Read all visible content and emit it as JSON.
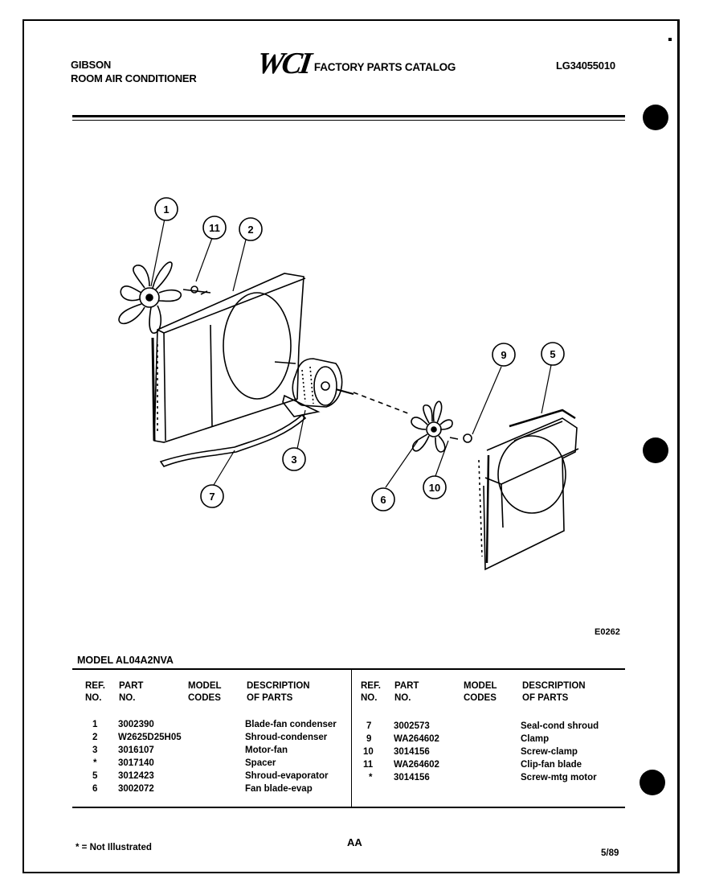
{
  "header": {
    "brand_line1": "GIBSON",
    "brand_line2": "ROOM AIR CONDITIONER",
    "logo_text": "WCI",
    "catalog_title": "FACTORY PARTS CATALOG",
    "catalog_number": "LG34055010"
  },
  "diagram": {
    "callouts": [
      "1",
      "11",
      "2",
      "3",
      "7",
      "9",
      "5",
      "6",
      "10"
    ],
    "drawing_number": "E0262"
  },
  "table": {
    "model_line": "MODEL AL04A2NVA",
    "headers": {
      "ref": "REF.\nNO.",
      "part": "PART\nNO.",
      "model_codes": "MODEL\nCODES",
      "description": "DESCRIPTION\nOF PARTS"
    },
    "left_rows": [
      {
        "ref": "1",
        "part": "3002390",
        "codes": "",
        "desc": "Blade-fan condenser"
      },
      {
        "ref": "2",
        "part": "W2625D25H05",
        "codes": "",
        "desc": "Shroud-condenser"
      },
      {
        "ref": "3",
        "part": "3016107",
        "codes": "",
        "desc": "Motor-fan"
      },
      {
        "ref": "*",
        "part": "3017140",
        "codes": "",
        "desc": "Spacer"
      },
      {
        "ref": "5",
        "part": "3012423",
        "codes": "",
        "desc": "Shroud-evaporator"
      },
      {
        "ref": "6",
        "part": "3002072",
        "codes": "",
        "desc": "Fan blade-evap"
      }
    ],
    "right_rows": [
      {
        "ref": "7",
        "part": "3002573",
        "codes": "",
        "desc": "Seal-cond shroud"
      },
      {
        "ref": "9",
        "part": "WA264602",
        "codes": "",
        "desc": "Clamp"
      },
      {
        "ref": "10",
        "part": "3014156",
        "codes": "",
        "desc": "Screw-clamp"
      },
      {
        "ref": "11",
        "part": "WA264602",
        "codes": "",
        "desc": "Clip-fan blade"
      },
      {
        "ref": "*",
        "part": "3014156",
        "codes": "",
        "desc": "Screw-mtg motor"
      }
    ]
  },
  "footer": {
    "note": "* = Not Illustrated",
    "page_code": "AA",
    "date": "5/89"
  }
}
